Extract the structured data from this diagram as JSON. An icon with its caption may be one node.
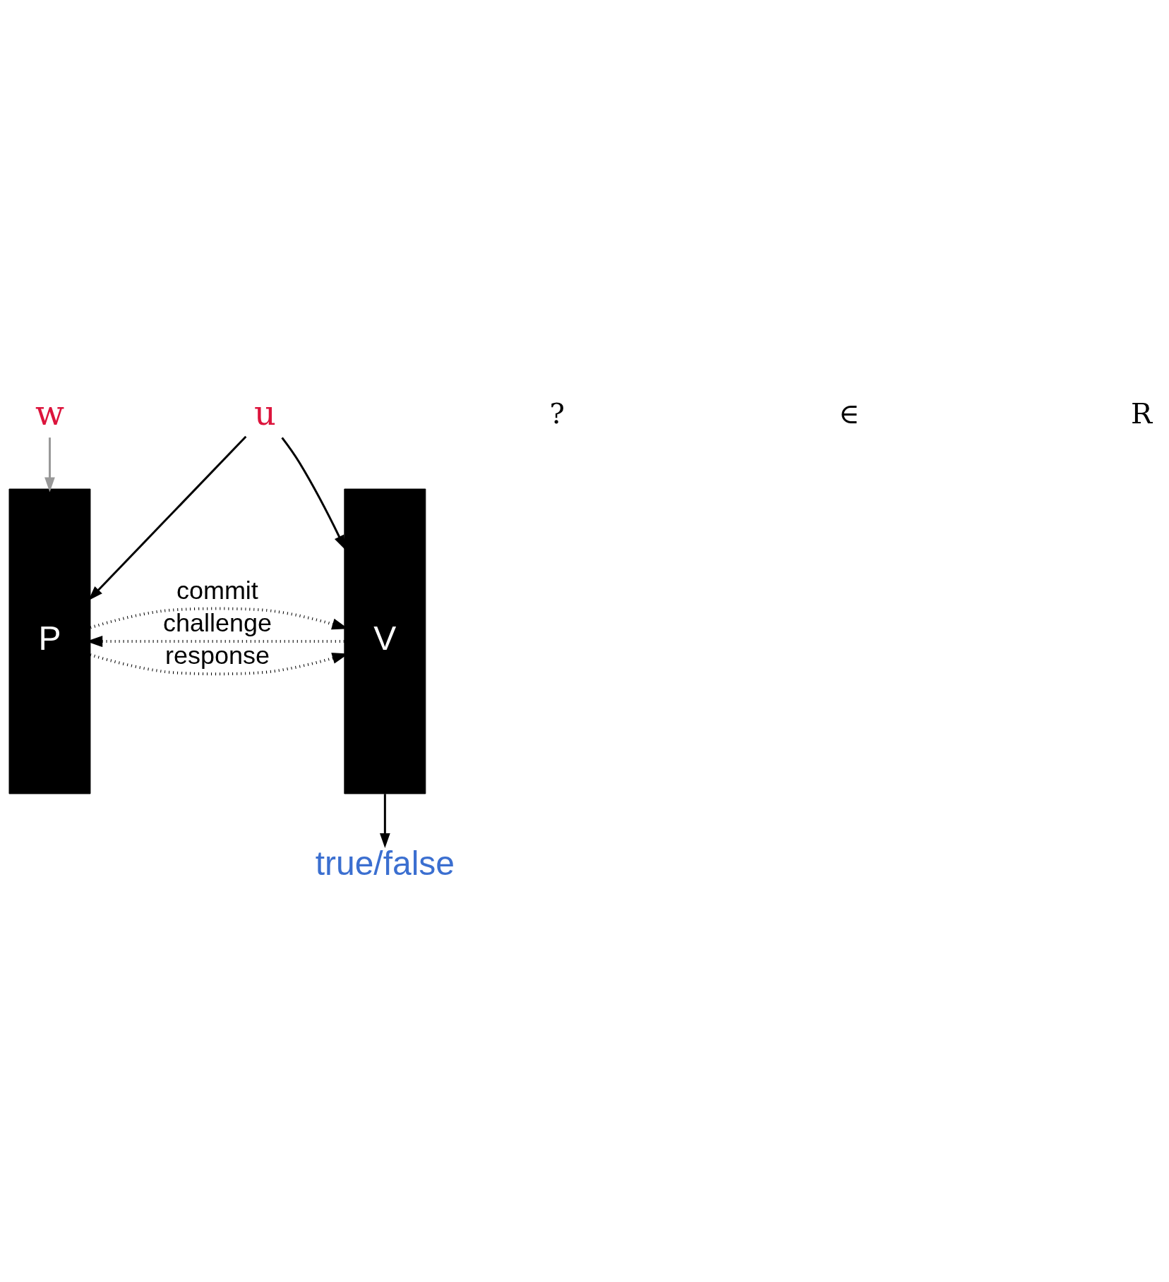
{
  "diagram": {
    "nodes": [
      {
        "text": [
          "w"
        ]
      },
      {
        "text": [
          "u"
        ]
      },
      {
        "text": [
          "P"
        ]
      },
      {
        "text": [
          "V"
        ]
      },
      {
        "text": [
          "true/false"
        ]
      }
    ],
    "edges": [
      {
        "from": 0,
        "to": 2,
        "arrow": "to",
        "color": "#999999"
      },
      {
        "from": 1,
        "to": 2,
        "arrow": "to"
      },
      {
        "from": 1,
        "to": 3,
        "arrow": "to"
      },
      {
        "from": 2,
        "to": 3,
        "arrow": "to",
        "label": "commit",
        "style": "dashed"
      },
      {
        "from": 3,
        "to": 2,
        "arrow": "to",
        "label": "challenge",
        "style": "dashed"
      },
      {
        "from": 2,
        "to": 3,
        "arrow": "to",
        "label": "response",
        "style": "dashed"
      },
      {
        "from": 3,
        "to": 4,
        "arrow": "to"
      }
    ],
    "labels": [
      "?",
      "∈",
      "R"
    ]
  }
}
